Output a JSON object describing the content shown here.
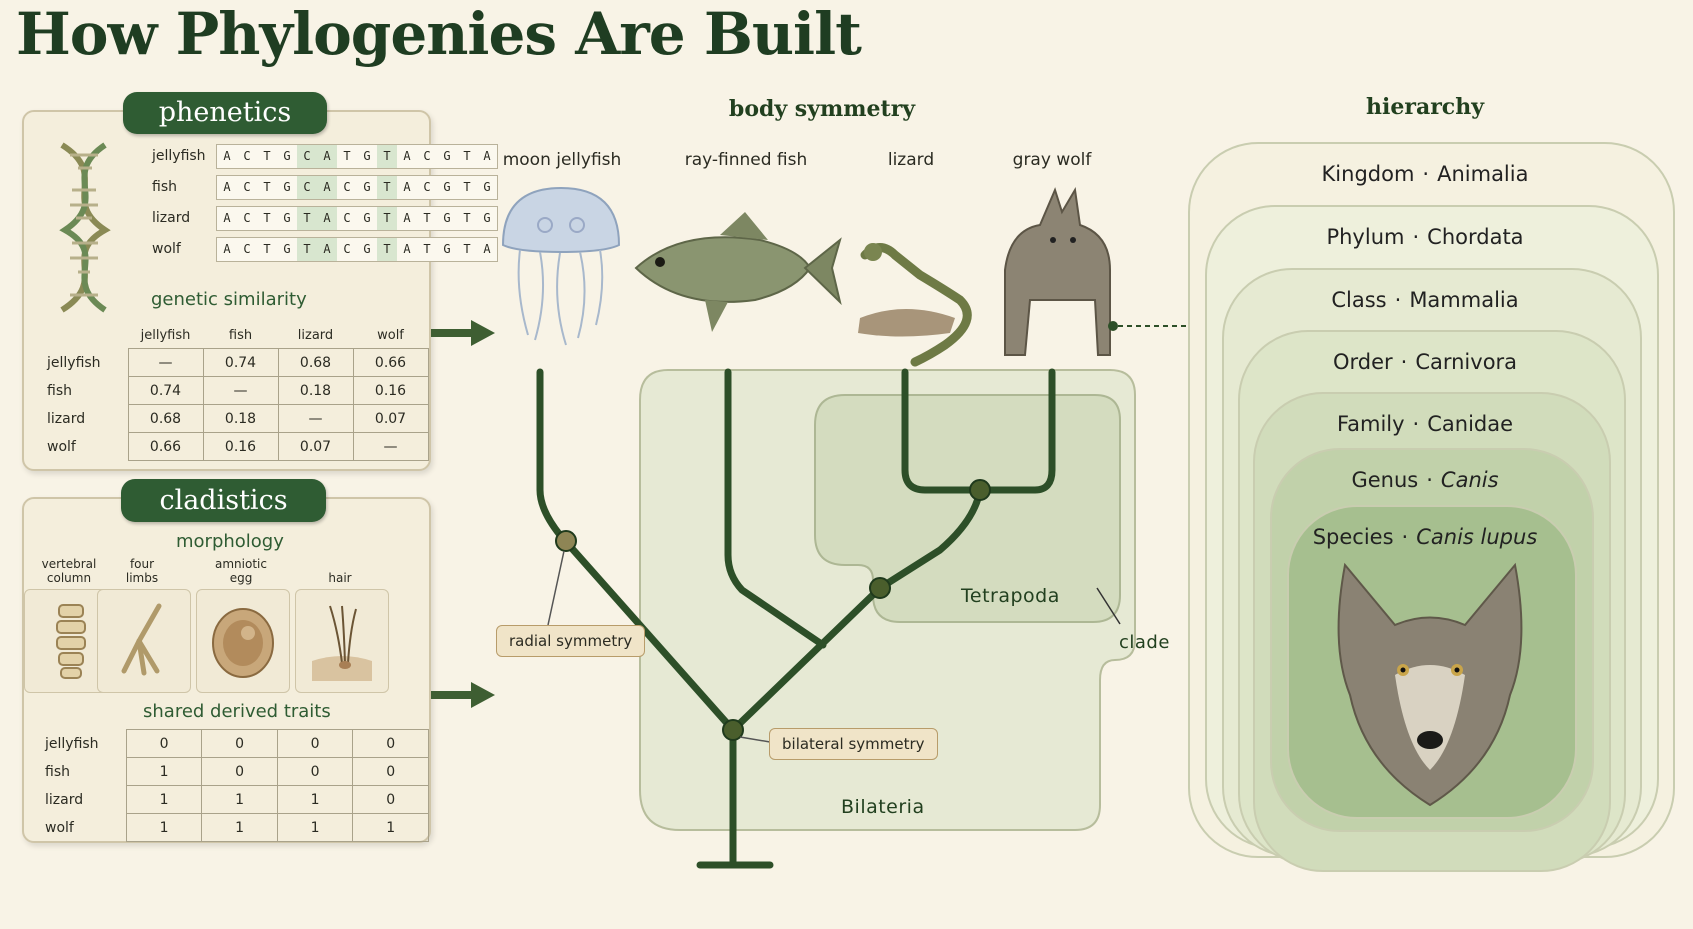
{
  "title": "How Phylogenies Are Built",
  "phenetics": {
    "badge": "phenetics",
    "sequences": [
      {
        "name": "jellyfish",
        "bases": [
          "A",
          "C",
          "T",
          "G",
          "C",
          "A",
          "T",
          "G",
          "T",
          "A",
          "C",
          "G",
          "T",
          "A"
        ]
      },
      {
        "name": "fish",
        "bases": [
          "A",
          "C",
          "T",
          "G",
          "C",
          "A",
          "C",
          "G",
          "T",
          "A",
          "C",
          "G",
          "T",
          "G"
        ]
      },
      {
        "name": "lizard",
        "bases": [
          "A",
          "C",
          "T",
          "G",
          "T",
          "A",
          "C",
          "G",
          "T",
          "A",
          "T",
          "G",
          "T",
          "G"
        ]
      },
      {
        "name": "wolf",
        "bases": [
          "A",
          "C",
          "T",
          "G",
          "T",
          "A",
          "C",
          "G",
          "T",
          "A",
          "T",
          "G",
          "T",
          "A"
        ]
      }
    ],
    "similarity_label": "genetic similarity",
    "matrix": {
      "headers": [
        "jellyfish",
        "fish",
        "lizard",
        "wolf"
      ],
      "rows": [
        {
          "name": "jellyfish",
          "values": [
            "—",
            "0.74",
            "0.68",
            "0.66"
          ]
        },
        {
          "name": "fish",
          "values": [
            "0.74",
            "—",
            "0.18",
            "0.16"
          ]
        },
        {
          "name": "lizard",
          "values": [
            "0.68",
            "0.18",
            "—",
            "0.07"
          ]
        },
        {
          "name": "wolf",
          "values": [
            "0.66",
            "0.16",
            "0.07",
            "—"
          ]
        }
      ]
    }
  },
  "cladistics": {
    "badge": "cladistics",
    "morphology_label": "morphology",
    "traits": [
      {
        "label1": "vertebral",
        "label2": "column",
        "icon": "vertebra-icon"
      },
      {
        "label1": "four",
        "label2": "limbs",
        "icon": "limb-bone-icon"
      },
      {
        "label1": "amniotic",
        "label2": "egg",
        "icon": "egg-icon"
      },
      {
        "label1": "",
        "label2": "hair",
        "icon": "hair-icon"
      }
    ],
    "shared_label": "shared derived traits",
    "matrix": [
      {
        "name": "jellyfish",
        "values": [
          "0",
          "0",
          "0",
          "0"
        ]
      },
      {
        "name": "fish",
        "values": [
          "1",
          "0",
          "0",
          "0"
        ]
      },
      {
        "name": "lizard",
        "values": [
          "1",
          "1",
          "1",
          "0"
        ]
      },
      {
        "name": "wolf",
        "values": [
          "1",
          "1",
          "1",
          "1"
        ]
      }
    ]
  },
  "tree": {
    "heading": "body symmetry",
    "species": [
      "moon jellyfish",
      "ray-finned fish",
      "lizard",
      "gray wolf"
    ],
    "radial_tag": "radial symmetry",
    "bilateral_tag": "bilateral symmetry",
    "tetrapoda": "Tetrapoda",
    "bilateria": "Bilateria",
    "clade": "clade"
  },
  "hierarchy": {
    "heading": "hierarchy",
    "ranks": [
      {
        "rank": "Kingdom",
        "name": "Animalia",
        "italic": false
      },
      {
        "rank": "Phylum",
        "name": "Chordata",
        "italic": false
      },
      {
        "rank": "Class",
        "name": "Mammalia",
        "italic": false
      },
      {
        "rank": "Order",
        "name": "Carnivora",
        "italic": false
      },
      {
        "rank": "Family",
        "name": "Canidae",
        "italic": false
      },
      {
        "rank": "Genus",
        "name": "Canis",
        "italic": true
      },
      {
        "rank": "Species",
        "name": "Canis lupus",
        "italic": true
      }
    ],
    "separator": "·"
  },
  "colors": {
    "accent": "#2f5c33",
    "branch": "#2d4f28",
    "background": "#f8f3e6"
  }
}
